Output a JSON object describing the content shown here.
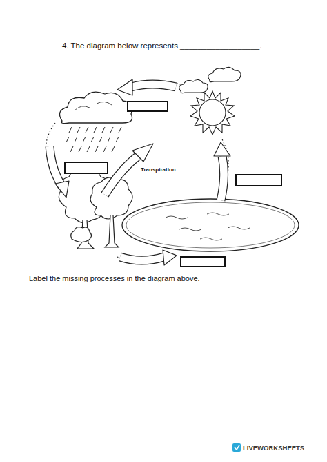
{
  "diagram": {
    "title": "4. The diagram below represents __________________.",
    "caption": "Label the missing processes in the diagram above.",
    "labels": [
      "Transpiration",
      "LIVEWORKSHEETS"
    ]
  }
}
